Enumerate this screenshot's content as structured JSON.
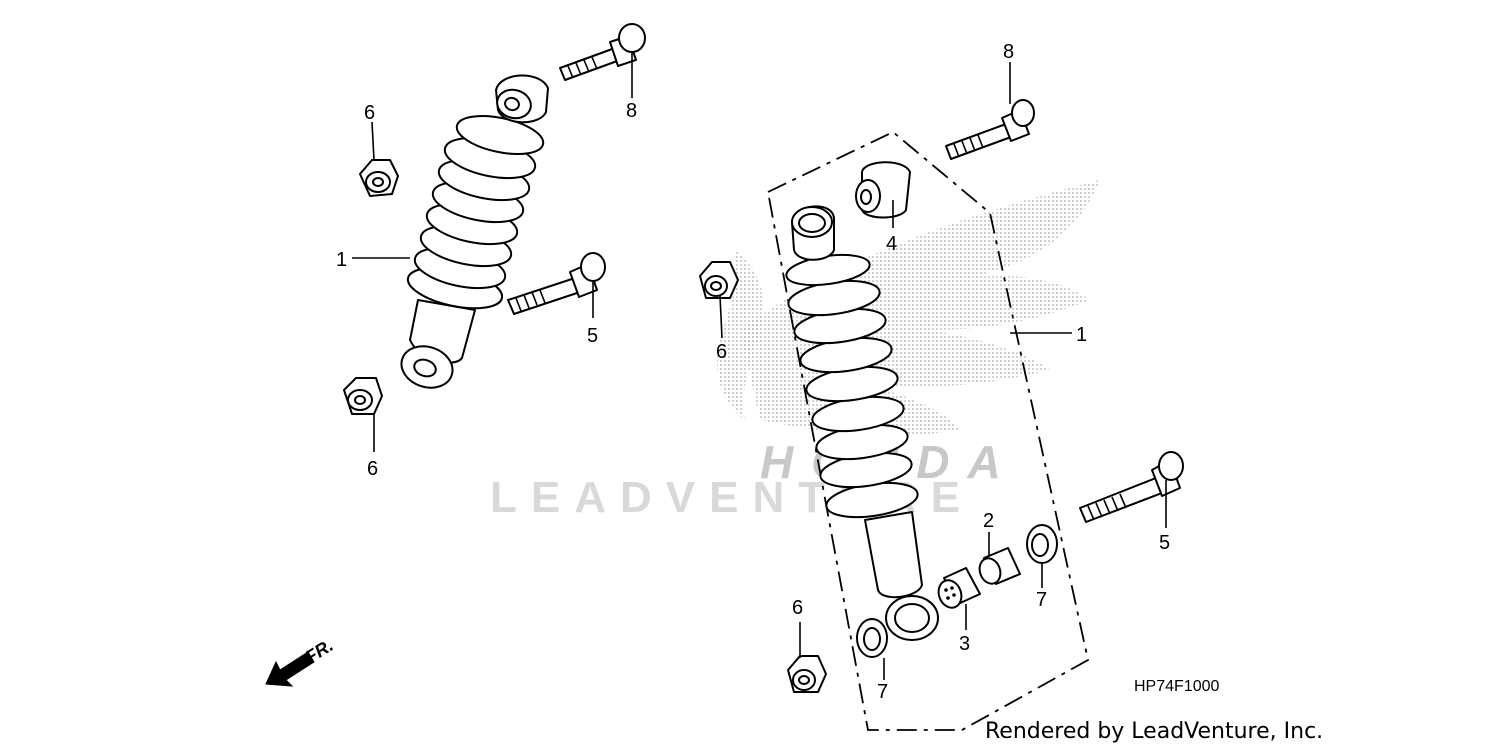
{
  "callouts": {
    "left_6_top": "6",
    "left_1": "1",
    "left_8": "8",
    "left_5": "5",
    "left_6_bottom": "6",
    "right_8": "8",
    "right_4": "4",
    "right_6_top": "6",
    "right_1": "1",
    "right_5": "5",
    "right_2": "2",
    "right_3": "3",
    "right_7_right": "7",
    "right_6_bottom": "6",
    "right_7_bottom": "7"
  },
  "front_indicator": "FR.",
  "diagram_code": "HP74F1000",
  "credit": "Rendered by LeadVenture, Inc.",
  "watermark": {
    "brand": "HONDA",
    "vendor": "LEADVENTURE"
  },
  "icons": [
    "front-arrow-icon",
    "honda-wing-watermark"
  ]
}
